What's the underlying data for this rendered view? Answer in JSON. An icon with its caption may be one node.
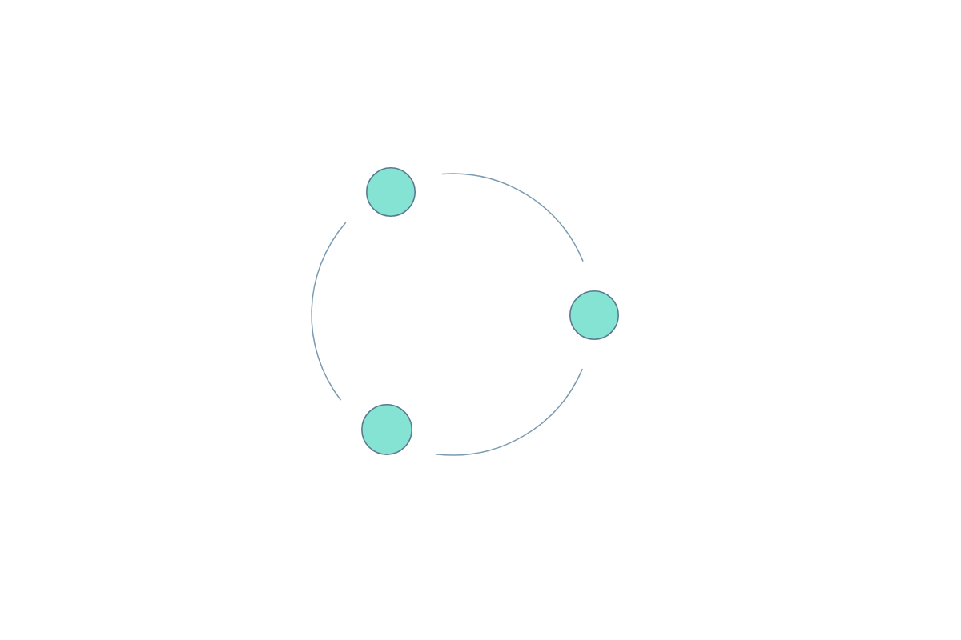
{
  "diagram": {
    "nodes": [
      {
        "text": [],
        "shape": "circle"
      },
      {
        "text": [],
        "shape": "circle"
      },
      {
        "text": [],
        "shape": "circle"
      }
    ],
    "edges": [
      {
        "from": 0,
        "to": 1,
        "arrow": "none"
      },
      {
        "from": 1,
        "to": 2,
        "arrow": "none"
      },
      {
        "from": 2,
        "to": 0,
        "arrow": "none"
      }
    ]
  }
}
